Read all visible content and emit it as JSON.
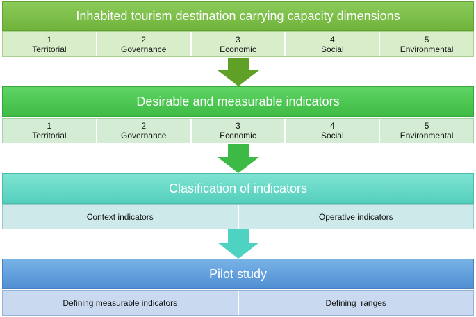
{
  "colors": {
    "stage1": "#72b73f",
    "stage2": "#43bd48",
    "stage3": "#5ad1bf",
    "stage4": "#5593d4",
    "arrow1": "#5ea126",
    "arrow2": "#3dba45",
    "arrow3": "#4ed3c2"
  },
  "stage1": {
    "title": "Inhabited tourism destination carrying capacity dimensions",
    "items": [
      {
        "num": "1",
        "label": "Territorial"
      },
      {
        "num": "2",
        "label": "Governance"
      },
      {
        "num": "3",
        "label": "Economic"
      },
      {
        "num": "4",
        "label": "Social"
      },
      {
        "num": "5",
        "label": "Environmental"
      }
    ]
  },
  "stage2": {
    "title": "Desirable and measurable indicators",
    "items": [
      {
        "num": "1",
        "label": "Territorial"
      },
      {
        "num": "2",
        "label": "Governance"
      },
      {
        "num": "3",
        "label": "Economic"
      },
      {
        "num": "4",
        "label": "Social"
      },
      {
        "num": "5",
        "label": "Environmental"
      }
    ]
  },
  "stage3": {
    "title": "Clasification of indicators",
    "items": [
      {
        "label": "Context indicators"
      },
      {
        "label": "Operative indicators"
      }
    ]
  },
  "stage4": {
    "title": "Pilot study",
    "items": [
      {
        "label": "Defining measurable indicators"
      },
      {
        "label": "Defining  ranges"
      }
    ]
  }
}
